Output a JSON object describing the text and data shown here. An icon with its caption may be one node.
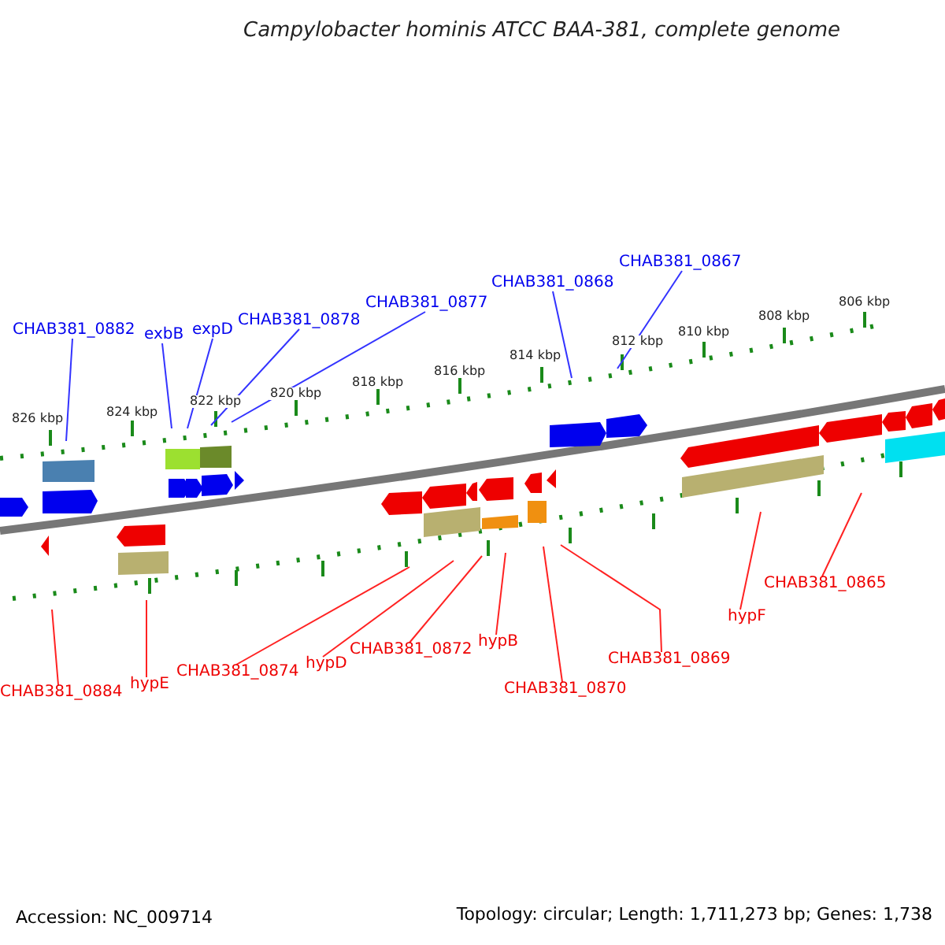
{
  "diagram": {
    "title": "Campylobacter hominis ATCC BAA-381, complete genome",
    "nodes": [
      {
        "text": [
          "CHAB381_0882"
        ]
      },
      {
        "text": [
          "exbB"
        ]
      },
      {
        "text": [
          "expD"
        ]
      },
      {
        "text": [
          "CHAB381_0878"
        ]
      },
      {
        "text": [
          "CHAB381_0877"
        ]
      },
      {
        "text": [
          "CHAB381_0868"
        ]
      },
      {
        "text": [
          "CHAB381_0867"
        ]
      },
      {
        "text": [
          "CHAB381_0884"
        ]
      },
      {
        "text": [
          "hypE"
        ]
      },
      {
        "text": [
          "CHAB381_0874"
        ]
      },
      {
        "text": [
          "hypD"
        ]
      },
      {
        "text": [
          "CHAB381_0872"
        ]
      },
      {
        "text": [
          "hypB"
        ]
      },
      {
        "text": [
          "CHAB381_0870"
        ]
      },
      {
        "text": [
          "CHAB381_0869"
        ]
      },
      {
        "text": [
          "hypF"
        ]
      },
      {
        "text": [
          "CHAB381_0865"
        ]
      }
    ],
    "edges": [
      {
        "from": 0,
        "to": null,
        "arrow": "none",
        "color": "#3333ff"
      },
      {
        "from": 1,
        "to": null,
        "arrow": "none",
        "color": "#3333ff"
      },
      {
        "from": 2,
        "to": null,
        "arrow": "none",
        "color": "#3333ff"
      },
      {
        "from": 3,
        "to": null,
        "arrow": "none",
        "color": "#3333ff"
      },
      {
        "from": 4,
        "to": null,
        "arrow": "none",
        "color": "#3333ff"
      },
      {
        "from": 5,
        "to": null,
        "arrow": "none",
        "color": "#3333ff"
      },
      {
        "from": 6,
        "to": null,
        "arrow": "none",
        "color": "#3333ff"
      },
      {
        "from": 7,
        "to": null,
        "arrow": "none"
      },
      {
        "from": 8,
        "to": null,
        "arrow": "none"
      },
      {
        "from": 9,
        "to": null,
        "arrow": "none"
      },
      {
        "from": 10,
        "to": null,
        "arrow": "none"
      },
      {
        "from": 11,
        "to": null,
        "arrow": "none"
      },
      {
        "from": 12,
        "to": null,
        "arrow": "none"
      },
      {
        "from": 13,
        "to": null,
        "arrow": "none"
      },
      {
        "from": 14,
        "to": null,
        "arrow": "none"
      },
      {
        "from": 15,
        "to": null,
        "arrow": "none"
      },
      {
        "from": 16,
        "to": null,
        "arrow": "none"
      }
    ],
    "labels": [
      "826 kbp",
      "824 kbp",
      "822 kbp",
      "820 kbp",
      "818 kbp",
      "816 kbp",
      "814 kbp",
      "812 kbp",
      "810 kbp",
      "808 kbp",
      "806 kbp",
      "Accession: NC_009714",
      "Topology: circular; Length: 1,711,273 bp; Genes: 1,738"
    ]
  }
}
